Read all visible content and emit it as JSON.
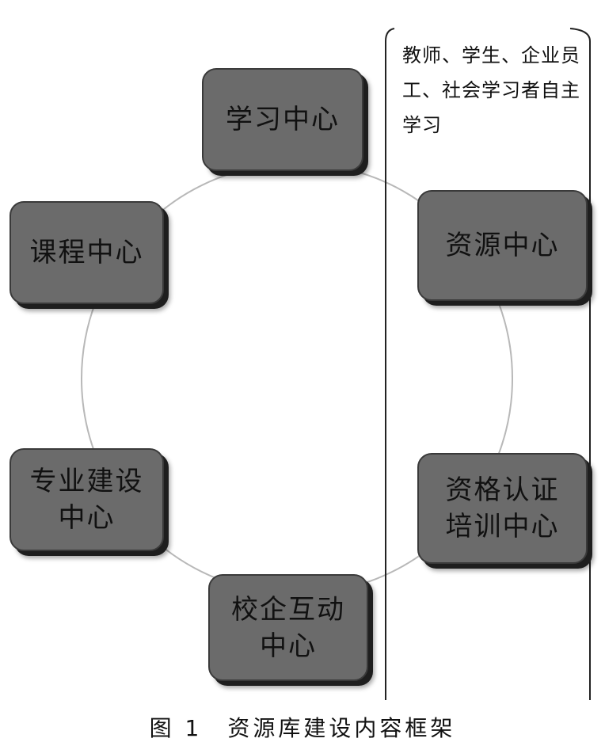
{
  "diagram": {
    "nodes": [
      {
        "id": "learning-center",
        "label": "学习中心"
      },
      {
        "id": "resource-center",
        "label": "资源中心"
      },
      {
        "id": "certification-training-center",
        "label": "资格认证\n培训中心"
      },
      {
        "id": "school-enterprise-center",
        "label": "校企互动\n中心"
      },
      {
        "id": "specialty-construction-center",
        "label": "专业建设\n中心"
      },
      {
        "id": "course-center",
        "label": "课程中心"
      }
    ],
    "connections": "ring",
    "annotation": "教师、学生、企业员工、社会学习者自主学习"
  },
  "caption": "图 1　资源库建设内容框架",
  "colors": {
    "node_fill": "#6b6b6b",
    "node_shadow": "#1e1e1e",
    "ring_stroke": "#b8b8b8",
    "bracket_stroke": "#222222"
  }
}
